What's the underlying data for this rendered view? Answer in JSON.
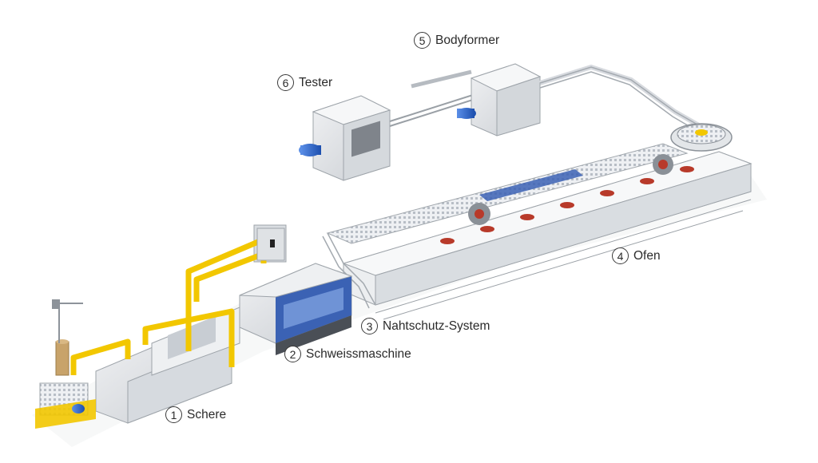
{
  "stations": [
    {
      "number": "1",
      "label": "Schere"
    },
    {
      "number": "2",
      "label": "Schweissmaschine"
    },
    {
      "number": "3",
      "label": "Nahtschutz-System"
    },
    {
      "number": "4",
      "label": "Ofen"
    },
    {
      "number": "5",
      "label": "Bodyformer"
    },
    {
      "number": "6",
      "label": "Tester"
    }
  ],
  "colors": {
    "machine_housing": "#e4e6e8",
    "frame_yellow": "#f2c700",
    "motor_blue": "#2f6fd8",
    "oven_red": "#b83a2a",
    "panel_blue": "#3b62b4",
    "rail_gray": "#9aa0a6"
  }
}
